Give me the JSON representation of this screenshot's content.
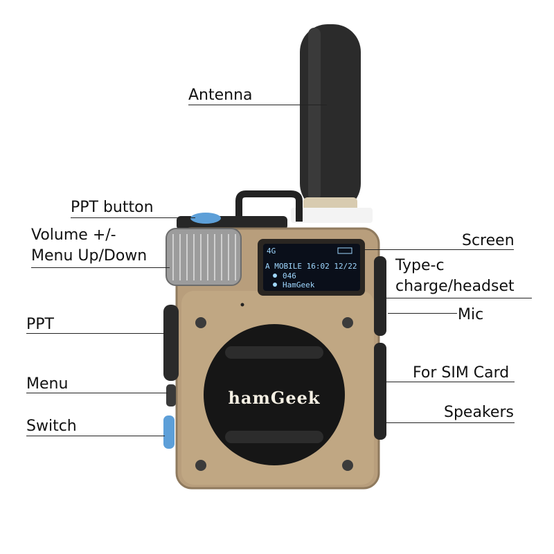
{
  "brand": "hamGeek",
  "labels": {
    "antenna": "Antenna",
    "ppt_button": "PPT button",
    "volume_line1": "Volume +/-",
    "volume_line2": "Menu Up/Down",
    "ppt": "PPT",
    "menu": "Menu",
    "switch": "Switch",
    "screen": "Screen",
    "typec_line1": "Type-c",
    "typec_line2": "charge/headset",
    "mic": "Mic",
    "sim": "For SIM Card",
    "speakers": "Speakers"
  },
  "screen": {
    "status_left": "4G",
    "line1": "A MOBILE 16:02 12/22",
    "line2": "046",
    "line3": "HamGeek"
  },
  "colors": {
    "body": "#b89e7c",
    "body_dark": "#8f7a5e",
    "antenna": "#2b2b2b",
    "speaker": "#161616",
    "knob": "#9c9c9c",
    "blue_button": "#5d9fd8",
    "screen_bg": "#0a0f1a",
    "screen_text": "#9fd7ff"
  },
  "icons": [
    "signal-icon",
    "data-arrows-icon",
    "volume-icon",
    "battery-icon",
    "user-icon",
    "group-icon"
  ]
}
